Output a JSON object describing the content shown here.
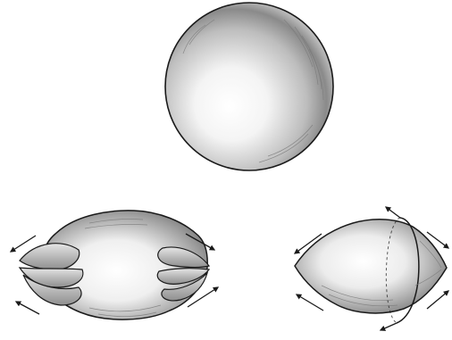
{
  "figure": {
    "panels": [
      {
        "id": "sphere"
      },
      {
        "id": "pinched"
      },
      {
        "id": "spindle"
      }
    ]
  },
  "colors": {
    "ink": "#1a1a1a",
    "shade": "#6e6e6e",
    "mid": "#a8a8a8",
    "light": "#ffffff"
  }
}
